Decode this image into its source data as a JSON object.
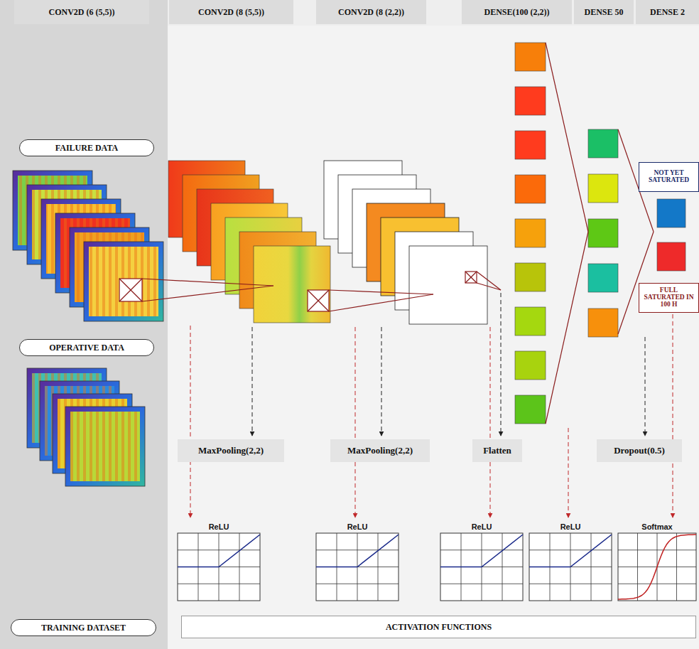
{
  "diagram": {
    "nodes": [
      {
        "text": [
          "CONV2D (6 (5,5))"
        ]
      },
      {
        "text": [
          "CONV2D (8 (5,5))"
        ]
      },
      {
        "text": [
          "CONV2D (8 (2,2))"
        ]
      },
      {
        "text": [
          "DENSE(100 (2,2))"
        ]
      },
      {
        "text": [
          "DENSE 50"
        ]
      },
      {
        "text": [
          "DENSE 2"
        ]
      },
      {
        "text": [
          "FAILURE DATA"
        ]
      },
      {
        "text": [
          "NOT YET SATURATED"
        ]
      },
      {
        "text": [
          "FULL SATURATED IN 100 H"
        ]
      },
      {
        "text": [
          "OPERATIVE DATA"
        ]
      },
      {
        "text": [
          "MaxPooling(2,2)"
        ]
      },
      {
        "text": [
          "MaxPooling(2,2)"
        ]
      },
      {
        "text": [
          "Flatten"
        ]
      },
      {
        "text": [
          "Dropout(0.5)"
        ]
      },
      {
        "text": [
          "ReLU"
        ]
      },
      {
        "text": [
          "ReLU"
        ]
      },
      {
        "text": [
          "ReLU"
        ]
      },
      {
        "text": [
          "ReLU"
        ]
      },
      {
        "text": [
          "Softmax"
        ]
      },
      {
        "text": [
          "TRAINING DATASET"
        ]
      },
      {
        "text": [
          "ACTIVATION FUNCTIONS"
        ]
      }
    ]
  }
}
